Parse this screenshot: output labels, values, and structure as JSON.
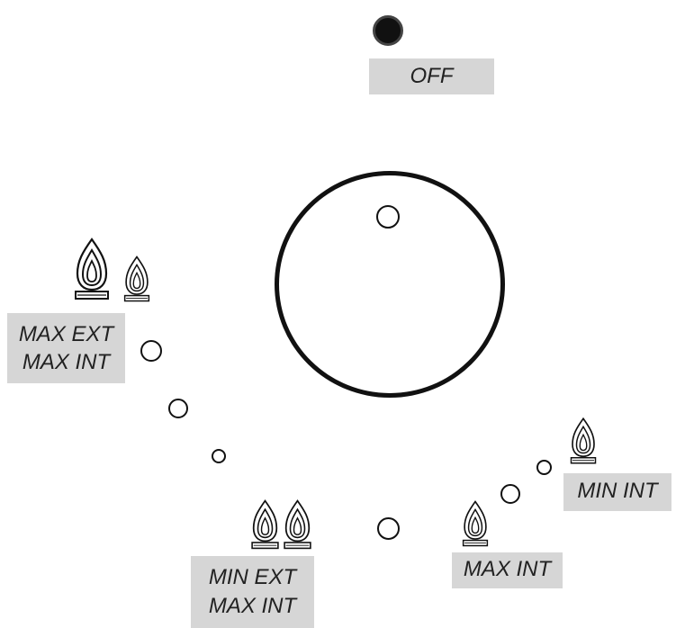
{
  "labels": {
    "off": "OFF",
    "max_ext_max_int": [
      "MAX EXT",
      "MAX INT"
    ],
    "min_ext_max_int": [
      "MIN EXT",
      "MAX INT"
    ],
    "max_int": "MAX INT",
    "min_int": "MIN INT"
  },
  "icons": {
    "flame": "flame-icon",
    "off_dot": "filled-circle"
  },
  "colors": {
    "label_bg": "#d6d6d6",
    "stroke": "#111111"
  }
}
